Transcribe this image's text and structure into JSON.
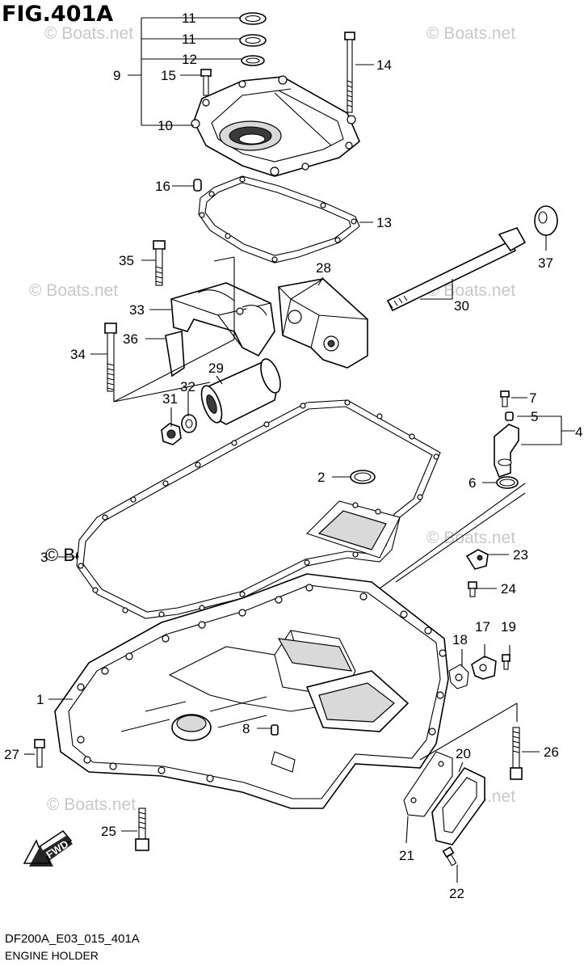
{
  "figure": {
    "title": "FIG.401A",
    "code": "DF200A_E03_015_401A",
    "name": "ENGINE HOLDER"
  },
  "watermark": {
    "text": "© Boats.net"
  },
  "callouts": [
    "1",
    "2",
    "3",
    "4",
    "5",
    "6",
    "7",
    "8",
    "9",
    "10",
    "11",
    "11",
    "12",
    "13",
    "14",
    "15",
    "16",
    "17",
    "18",
    "19",
    "20",
    "21",
    "22",
    "23",
    "24",
    "25",
    "26",
    "27",
    "28",
    "29",
    "30",
    "31",
    "32",
    "33",
    "34",
    "35",
    "36",
    "37"
  ],
  "icons": {
    "fwd_arrow": "fwd-arrow-icon",
    "fwd_label": "FWD"
  }
}
